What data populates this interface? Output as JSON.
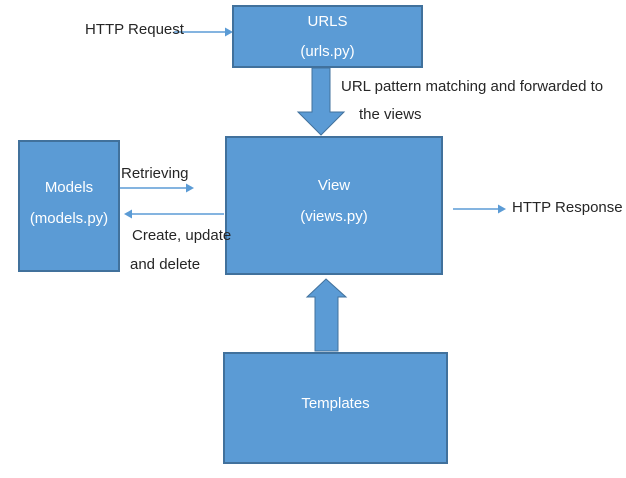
{
  "colors": {
    "box_fill": "#5b9bd5",
    "box_border": "#41719c",
    "arrow": "#5b9bd5",
    "label_text": "#262626",
    "box_text": "#ffffff",
    "background": "#ffffff"
  },
  "nodes": {
    "urls": {
      "title": "URLS",
      "subtitle": "(urls.py)"
    },
    "models": {
      "title": "Models",
      "subtitle": "(models.py)"
    },
    "view": {
      "title": "View",
      "subtitle": "(views.py)"
    },
    "templates": {
      "title": "Templates"
    }
  },
  "labels": {
    "http_request": "HTTP Request",
    "url_pattern_line1": "URL pattern matching and forwarded to",
    "url_pattern_line2": "the views",
    "retrieving": "Retrieving",
    "create_update": "Create, update",
    "and_delete": "and delete",
    "http_response": "HTTP Response"
  }
}
